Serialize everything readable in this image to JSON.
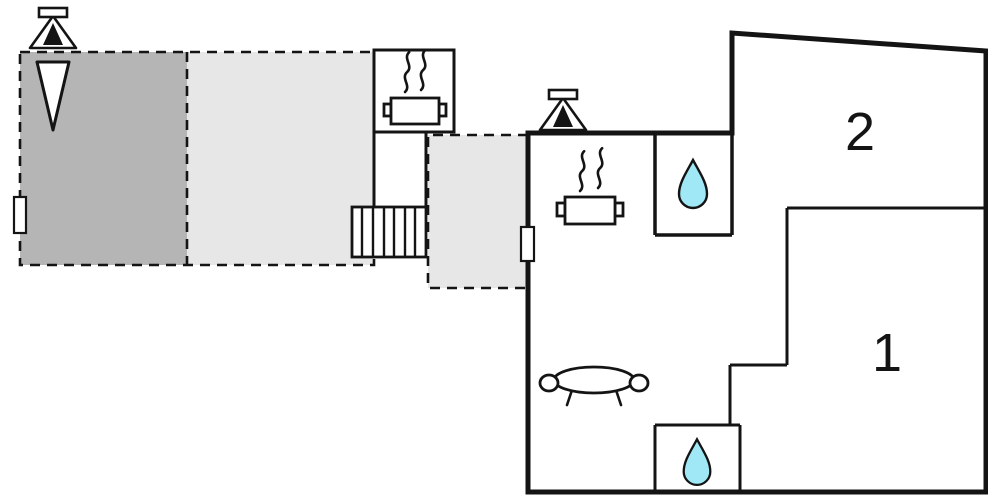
{
  "diagram": {
    "type": "floor-plan",
    "room_labels": {
      "room1": "1",
      "room2": "2"
    }
  },
  "colors": {
    "wall": "#141414",
    "terrace_dark": "#b5b5b5",
    "terrace_light": "#e7e7e7",
    "water_drop": "#a0e8f5",
    "background": "#ffffff"
  },
  "icons": {
    "chimney": "chimney-icon",
    "pennant": "pennant-icon",
    "stove": "stove-steam-icon",
    "water_drop": "water-drop-icon",
    "sofa": "sofa-icon",
    "stairs": "stairs-icon",
    "door": "door-opening-marker"
  }
}
